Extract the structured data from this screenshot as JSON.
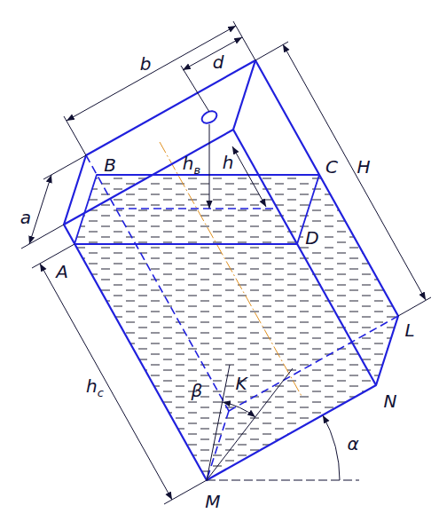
{
  "diagram": {
    "labels": [
      "b",
      "d",
      "a",
      "B",
      "hв",
      "h",
      "C",
      "H",
      "A",
      "D",
      "hc",
      "L",
      "K",
      "β",
      "N",
      "α",
      "M"
    ]
  }
}
